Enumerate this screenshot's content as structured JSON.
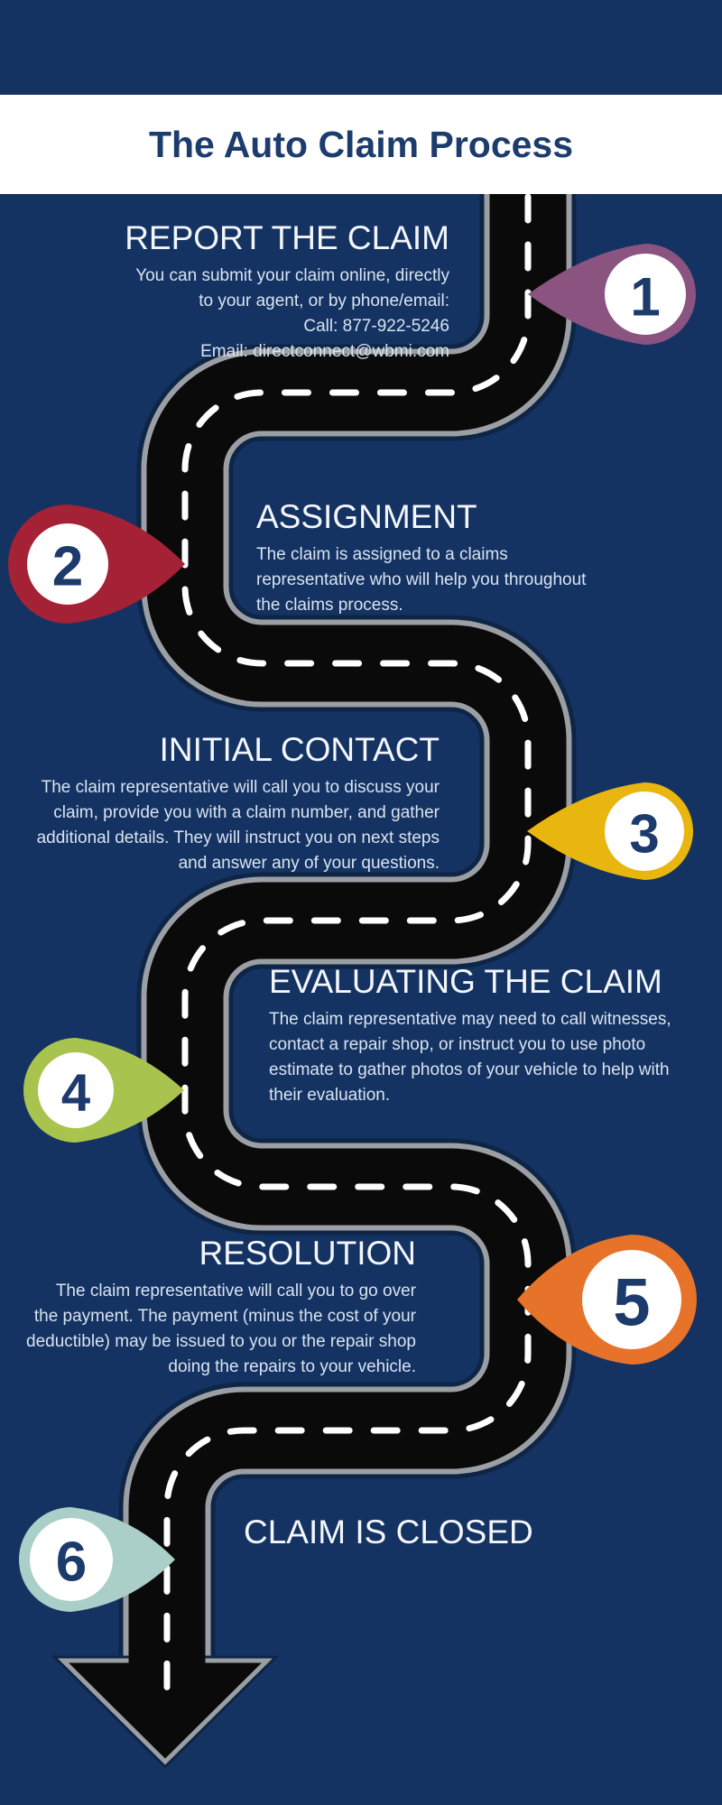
{
  "title": "The Auto Claim Process",
  "colors": {
    "bg": "#143363",
    "banner": "#ffffff",
    "title": "#1d3c6e",
    "heading": "#f3f6fa",
    "body": "#d9e3ef",
    "road": "#0a0a0a",
    "road_casing": "#9b9ea3",
    "road_shadow": "#0e2546",
    "dash": "#ffffff",
    "pin_number": "#1c3a6b"
  },
  "steps": [
    {
      "num": "1",
      "heading": "REPORT THE CLAIM",
      "body": "You can submit your claim online, directly\nto your agent, or by phone/email:\nCall: 877-922-5246\nEmail: directconnect@wbmi.com",
      "pin_color": "#8a5380"
    },
    {
      "num": "2",
      "heading": "ASSIGNMENT",
      "body": "The claim is assigned to a claims\nrepresentative who will help you throughout\nthe claims process.",
      "pin_color": "#a42136"
    },
    {
      "num": "3",
      "heading": "INITIAL CONTACT",
      "body": "The claim representative will call you to discuss your\nclaim, provide you with a claim number, and gather\nadditional details. They will instruct you on next steps\nand answer any of your questions.",
      "pin_color": "#e9b50f"
    },
    {
      "num": "4",
      "heading": "EVALUATING THE CLAIM",
      "body": "The claim representative may need to call witnesses,\ncontact a repair shop, or instruct you to use photo\nestimate to gather photos of your vehicle to help with\ntheir evaluation.",
      "pin_color": "#a8c44e"
    },
    {
      "num": "5",
      "heading": "RESOLUTION",
      "body": "The claim representative will call you to go over\nthe payment. The payment (minus the cost of your\ndeductible) may be issued to you or the repair shop\ndoing the repairs to your vehicle.",
      "pin_color": "#e7732a"
    },
    {
      "num": "6",
      "heading": "CLAIM IS CLOSED",
      "body": "",
      "pin_color": "#aacec8"
    }
  ]
}
